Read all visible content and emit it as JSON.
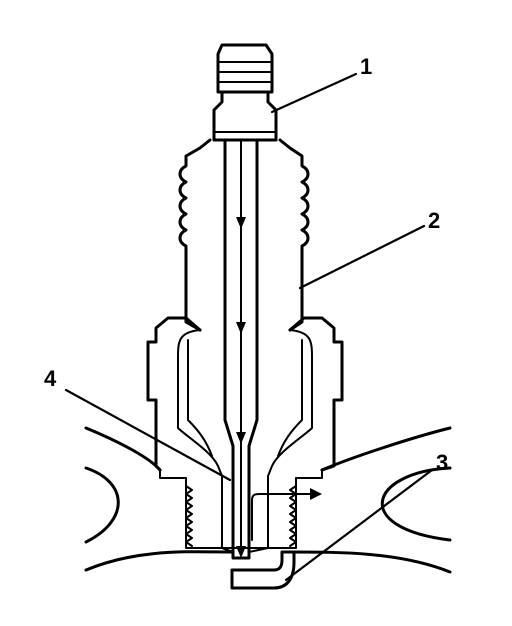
{
  "diagram": {
    "callouts": [
      {
        "label": "1"
      },
      {
        "label": "2"
      },
      {
        "label": "3"
      },
      {
        "label": "4"
      }
    ],
    "colors": {
      "ink": "#000000",
      "background": "#ffffff"
    }
  }
}
